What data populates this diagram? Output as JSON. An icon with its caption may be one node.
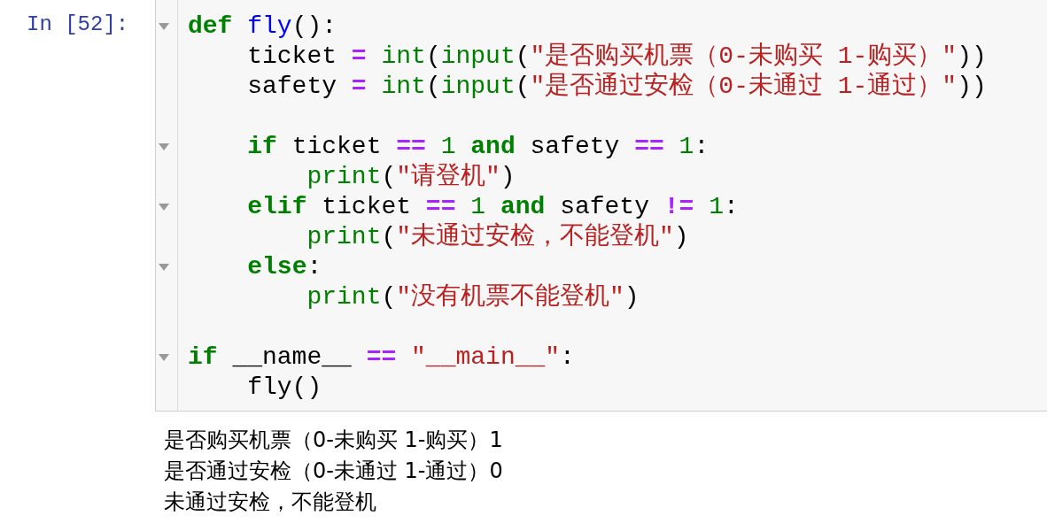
{
  "diagram": {
    "labels": [
      "In [52]:",
      "def fly():",
      "    ticket = int(input(\"是否购买机票（0-未购买 1-购买）\"))",
      "    safety = int(input(\"是否通过安检（0-未通过 1-通过）\"))",
      "    if ticket == 1 and safety == 1:",
      "        print(\"请登机\")",
      "    elif ticket == 1 and safety != 1:",
      "        print(\"未通过安检，不能登机\")",
      "    else:",
      "        print(\"没有机票不能登机\")",
      "if __name__ == \"__main__\":",
      "    fly()",
      "是否购买机票（0-未购买 1-购买）1",
      "是否通过安检（0-未通过 1-通过）0",
      "未通过安检，不能登机"
    ]
  }
}
